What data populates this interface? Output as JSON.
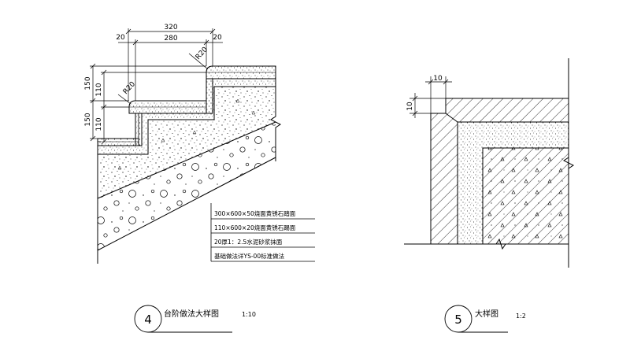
{
  "detail4": {
    "dims": {
      "top_total": "320",
      "top_inner": "280",
      "top_left_offset": "20",
      "top_right_offset": "20",
      "radius_upper": "R20",
      "radius_lower": "R20",
      "riser_upper": "150",
      "riser_upper_inner": "110",
      "riser_lower_inner": "110",
      "riser_lower": "150"
    },
    "notes": [
      "300×600×50烧面黄锈石踏面",
      "110×600×20烧面黄锈石踢面",
      "20厚1：2.5水泥砂浆抹面",
      "基础做法详YS-00标准做法"
    ],
    "number": "4",
    "title": "台阶做法大样图",
    "scale": "1:10"
  },
  "detail5": {
    "dims": {
      "top": "10",
      "side": "10"
    },
    "number": "5",
    "title": "大样图",
    "scale": "1:2"
  },
  "colors": {
    "line": "#000000",
    "background": "#ffffff"
  }
}
